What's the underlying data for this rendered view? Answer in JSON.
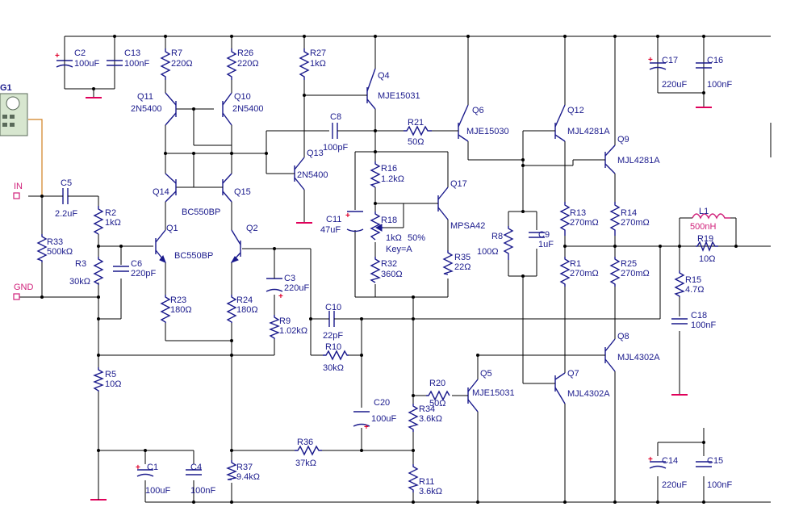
{
  "terminals": {
    "in": "IN",
    "gnd": "GND",
    "gen": "G1"
  },
  "components": {
    "C1": {
      "ref": "C1",
      "value": "100uF"
    },
    "C2": {
      "ref": "C2",
      "value": "100uF"
    },
    "C3": {
      "ref": "C3",
      "value": "220uF"
    },
    "C4": {
      "ref": "C4",
      "value": "100nF"
    },
    "C5": {
      "ref": "C5",
      "value": "2.2uF"
    },
    "C6": {
      "ref": "C6",
      "value": "220pF"
    },
    "C8": {
      "ref": "C8",
      "value": "100pF"
    },
    "C9": {
      "ref": "C9",
      "value": "1uF"
    },
    "C10": {
      "ref": "C10",
      "value": "22pF"
    },
    "C11": {
      "ref": "C11",
      "value": "47uF"
    },
    "C13": {
      "ref": "C13",
      "value": "100nF"
    },
    "C14": {
      "ref": "C14",
      "value": "220uF"
    },
    "C15": {
      "ref": "C15",
      "value": "100nF"
    },
    "C16": {
      "ref": "C16",
      "value": "100nF"
    },
    "C17": {
      "ref": "C17",
      "value": "220uF"
    },
    "C18": {
      "ref": "C18",
      "value": "100nF"
    },
    "C20": {
      "ref": "C20",
      "value": "100uF"
    },
    "R1": {
      "ref": "R1",
      "value": "270mΩ"
    },
    "R2": {
      "ref": "R2",
      "value": "1kΩ"
    },
    "R3": {
      "ref": "R3",
      "value": "30kΩ"
    },
    "R5": {
      "ref": "R5",
      "value": "10Ω"
    },
    "R7": {
      "ref": "R7",
      "value": "220Ω"
    },
    "R8": {
      "ref": "R8",
      "value": "100Ω"
    },
    "R9": {
      "ref": "R9",
      "value": "1.02kΩ"
    },
    "R10": {
      "ref": "R10",
      "value": "30kΩ"
    },
    "R11": {
      "ref": "R11",
      "value": "3.6kΩ"
    },
    "R13": {
      "ref": "R13",
      "value": "270mΩ"
    },
    "R14": {
      "ref": "R14",
      "value": "270mΩ"
    },
    "R15": {
      "ref": "R15",
      "value": "4.7Ω"
    },
    "R16": {
      "ref": "R16",
      "value": "1.2kΩ"
    },
    "R18": {
      "ref": "R18",
      "value": "1kΩ",
      "setting": "50%",
      "key": "Key=A"
    },
    "R19": {
      "ref": "R19",
      "value": "10Ω"
    },
    "R20": {
      "ref": "R20",
      "value": "50Ω"
    },
    "R21": {
      "ref": "R21",
      "value": "50Ω"
    },
    "R23": {
      "ref": "R23",
      "value": "180Ω"
    },
    "R24": {
      "ref": "R24",
      "value": "180Ω"
    },
    "R25": {
      "ref": "R25",
      "value": "270mΩ"
    },
    "R26": {
      "ref": "R26",
      "value": "220Ω"
    },
    "R27": {
      "ref": "R27",
      "value": "1kΩ"
    },
    "R32": {
      "ref": "R32",
      "value": "360Ω"
    },
    "R33": {
      "ref": "R33",
      "value": "500kΩ"
    },
    "R34": {
      "ref": "R34",
      "value": "3.6kΩ"
    },
    "R35": {
      "ref": "R35",
      "value": "22Ω"
    },
    "R36": {
      "ref": "R36",
      "value": "37kΩ"
    },
    "R37": {
      "ref": "R37",
      "value": "9.4kΩ"
    },
    "L1": {
      "ref": "L1",
      "value": "500nH"
    },
    "Q1": {
      "ref": "Q1",
      "model": "BC550BP"
    },
    "Q2": {
      "ref": "Q2"
    },
    "Q4": {
      "ref": "Q4",
      "model": "MJE15031"
    },
    "Q5": {
      "ref": "Q5",
      "model": "MJE15031"
    },
    "Q6": {
      "ref": "Q6",
      "model": "MJE15030"
    },
    "Q7": {
      "ref": "Q7",
      "model": "MJL4302A"
    },
    "Q8": {
      "ref": "Q8",
      "model": "MJL4302A"
    },
    "Q9": {
      "ref": "Q9",
      "model": "MJL4281A"
    },
    "Q10": {
      "ref": "Q10",
      "model": "2N5400"
    },
    "Q11": {
      "ref": "Q11",
      "model": "2N5400"
    },
    "Q12": {
      "ref": "Q12",
      "model": "MJL4281A"
    },
    "Q13": {
      "ref": "Q13",
      "model": "2N5400"
    },
    "Q14": {
      "ref": "Q14"
    },
    "Q15": {
      "ref": "Q15",
      "model": "BC550BP"
    },
    "Q17": {
      "ref": "Q17",
      "model": "MPSA42"
    }
  },
  "colors": {
    "wire": "#000000",
    "component": "#1a1a8c",
    "ground": "#e0005a",
    "terminal": "#d0207a",
    "polarity": "#e0002a",
    "generator_wire": "#d08020"
  }
}
